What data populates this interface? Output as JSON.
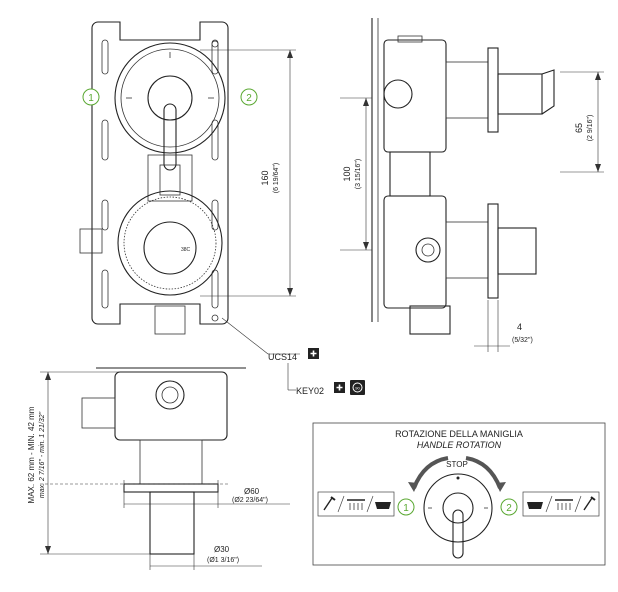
{
  "front_view": {
    "circle_markers": [
      "1",
      "2"
    ],
    "dim_height_mm": "160",
    "dim_height_in": "(6 19/64\")",
    "codes": [
      "UCS14",
      "KEY02"
    ]
  },
  "side_view": {
    "dim_100_mm": "100",
    "dim_100_in": "(3 15/16\")",
    "dim_65_mm": "65",
    "dim_65_in": "(2 9/16\")",
    "dim_4_mm": "4",
    "dim_4_in": "(5/32\")"
  },
  "bottom_view": {
    "depth_mm": "MAX. 62 mm - MIN. 42 mm",
    "depth_in": "max. 2 7/16\" - min. 1 21/32\"",
    "dia_60_mm": "Ø60",
    "dia_60_in": "(Ø2 23/64\")",
    "dia_30_mm": "Ø30",
    "dia_30_in": "(Ø1 3/16\")"
  },
  "rotation_panel": {
    "title": "ROTAZIONE DELLA MANIGLIA",
    "subtitle": "HANDLE ROTATION",
    "stop_label": "STOP",
    "markers": [
      "1",
      "2"
    ]
  },
  "colors": {
    "accent_green": "#5aa832",
    "line": "#222222"
  }
}
